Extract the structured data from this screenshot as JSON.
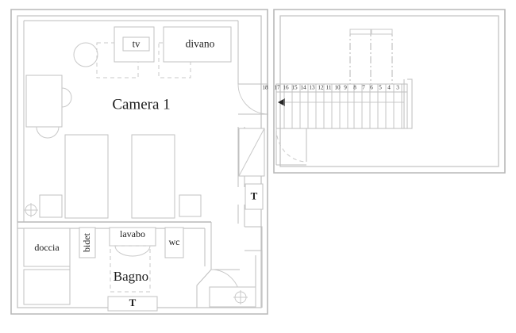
{
  "plan": {
    "title": "Camera 1",
    "rooms": [
      {
        "name": "camera-1",
        "label": "Camera 1"
      },
      {
        "name": "bagno",
        "label": "Bagno"
      }
    ],
    "furniture": [
      {
        "name": "tv",
        "label": "tv"
      },
      {
        "name": "divano",
        "label": "divano"
      }
    ],
    "fixtures": [
      {
        "name": "doccia",
        "label": "doccia"
      },
      {
        "name": "bidet",
        "label": "bidet"
      },
      {
        "name": "lavabo",
        "label": "lavabo"
      },
      {
        "name": "wc",
        "label": "wc"
      }
    ],
    "markers": [
      {
        "name": "radiator-corridor",
        "label": "T"
      },
      {
        "name": "radiator-bagno",
        "label": "T"
      }
    ],
    "stairs": {
      "name": "staircase",
      "direction_arrow": "◀",
      "step_numbers": [
        "18",
        "17",
        "16",
        "15",
        "14",
        "13",
        "12",
        "11",
        "10",
        "9",
        "8",
        "7",
        "6",
        "5",
        "4",
        "3"
      ]
    },
    "colors": {
      "wall": "#b9b9b9",
      "furniture": "#c2c2c2",
      "dashed": "#c9c9c9",
      "text": "#1c1c1c",
      "background": "#ffffff"
    }
  }
}
